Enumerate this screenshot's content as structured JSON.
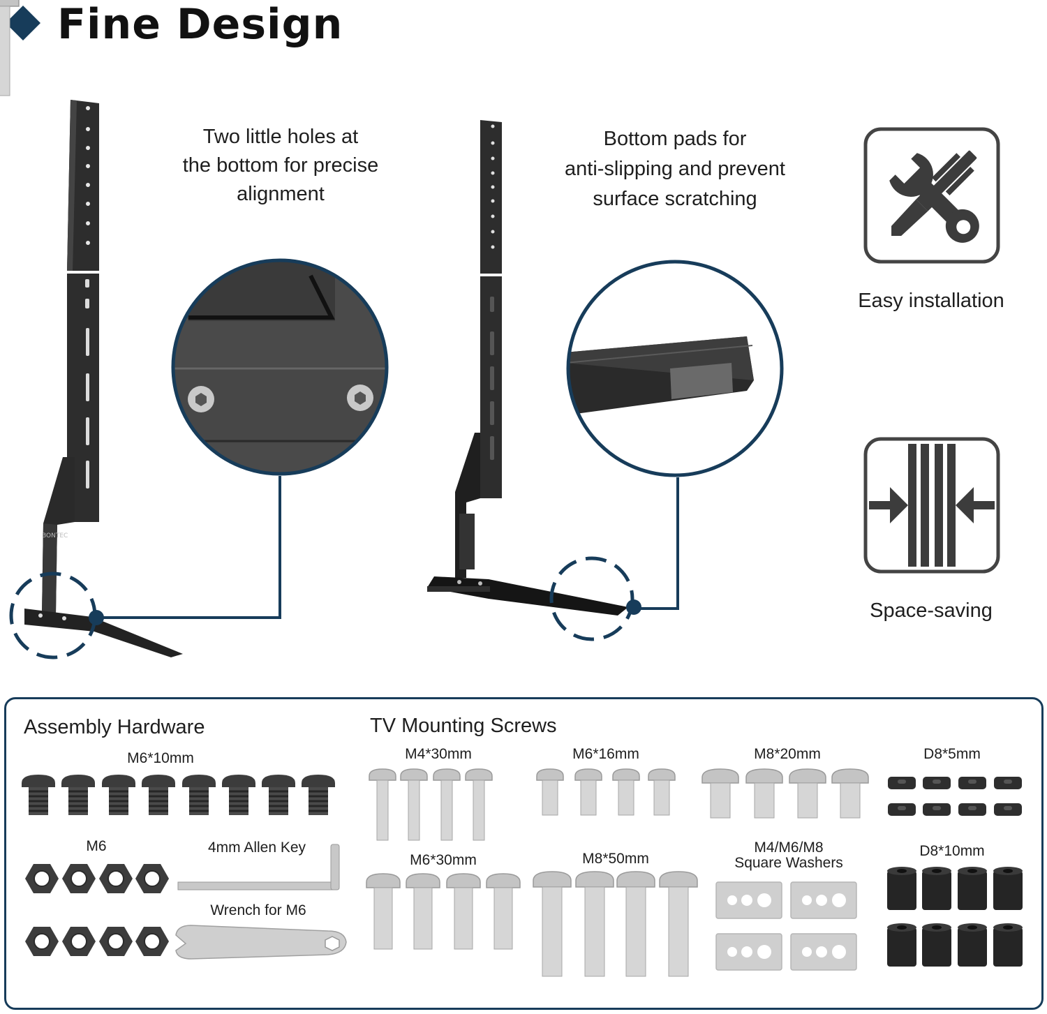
{
  "header": {
    "title": "Fine Design"
  },
  "features": {
    "alignment": {
      "caption_lines": [
        "Two little holes at",
        "the bottom for precise",
        "alignment"
      ]
    },
    "pads": {
      "caption_lines": [
        "Bottom pads for",
        "anti-slipping and prevent",
        "surface scratching"
      ]
    }
  },
  "icons": [
    {
      "name": "tools-icon",
      "label": "Easy installation"
    },
    {
      "name": "compress-icon",
      "label": "Space-saving"
    }
  ],
  "brand_mark": "BONTEC",
  "hardware": {
    "assembly_title": "Assembly Hardware",
    "mounting_title": "TV Mounting Screws",
    "items": {
      "m6_10": "M6*10mm",
      "m6": "M6",
      "allen": "4mm Allen Key",
      "wrench": "Wrench for M6",
      "m4_30": "M4*30mm",
      "m6_16": "M6*16mm",
      "m8_20": "M8*20mm",
      "d8_5": "D8*5mm",
      "m6_30": "M6*30mm",
      "m8_50": "M8*50mm",
      "washers_line1": "M4/M6/M8",
      "washers_line2": "Square Washers",
      "d8_10": "D8*10mm"
    }
  },
  "colors": {
    "accent": "#173c5a",
    "hardware_dark": "#3c3c3c",
    "hardware_light": "#c8c8c8"
  }
}
